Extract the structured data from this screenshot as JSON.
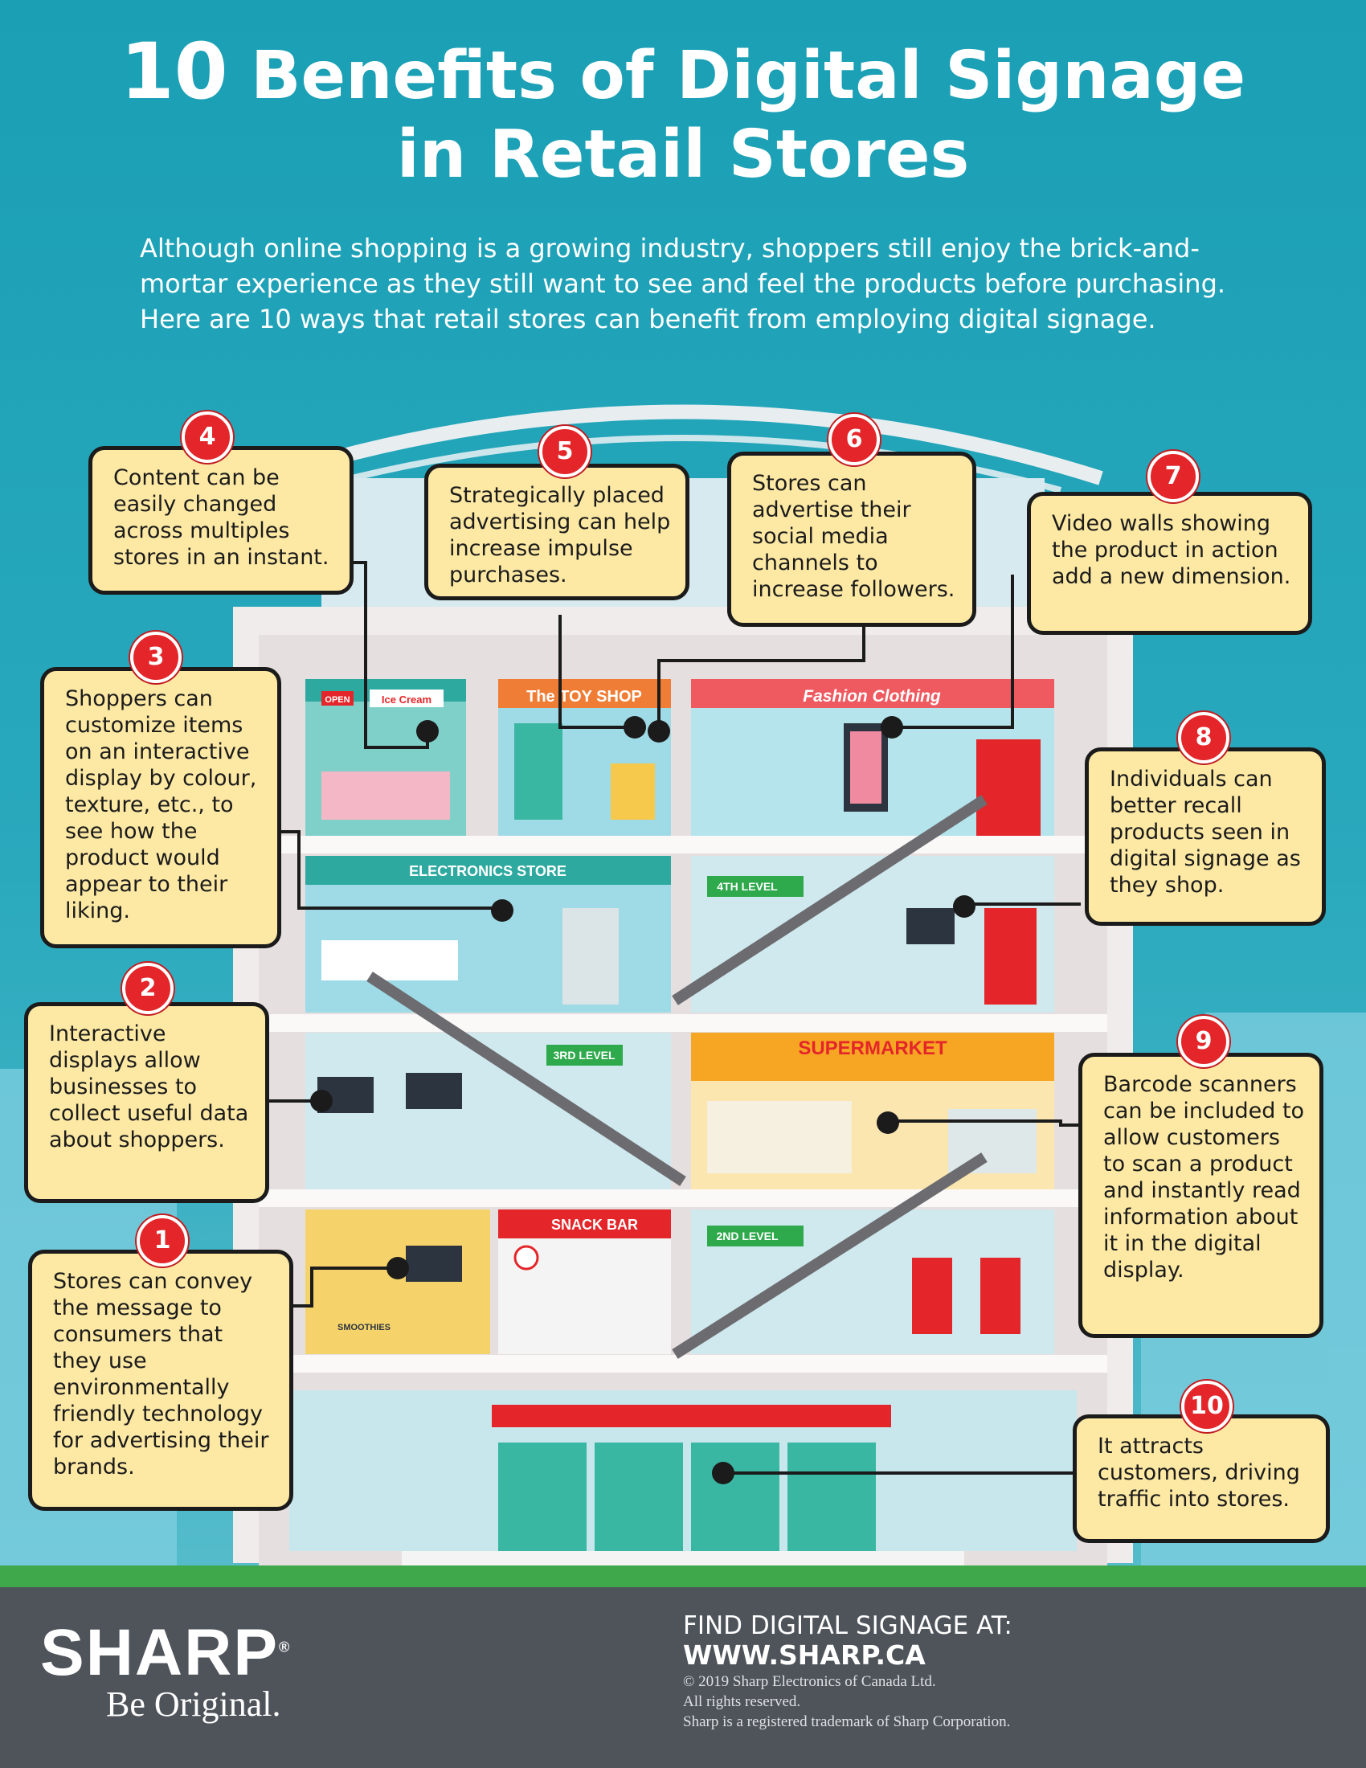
{
  "title": {
    "number": "10",
    "rest_line1": "Benefits of Digital Signage",
    "line2": "in Retail Stores"
  },
  "subtitle": "Although online shopping is a growing industry, shoppers still enjoy the brick-and-mortar experience as they still want to see and feel the products before purchasing. Here are 10 ways that retail stores can benefit from employing digital signage.",
  "stores": {
    "ice_cream": "Ice Cream",
    "open": "OPEN",
    "toy_shop": "The TOY SHOP",
    "fashion": "Fashion Clothing",
    "electronics": "ELECTRONICS STORE",
    "level4": "4TH LEVEL",
    "level3": "3RD LEVEL",
    "level2": "2ND LEVEL",
    "supermarket": "SUPERMARKET",
    "snack_bar": "SNACK BAR",
    "smoothies": "SMOOTHIES"
  },
  "benefits": [
    {
      "num": "1",
      "text": "Stores can convey the message to consumers that they use environmentally friendly technology for advertising their brands."
    },
    {
      "num": "2",
      "text": "Interactive displays allow businesses to collect useful data about shoppers."
    },
    {
      "num": "3",
      "text": "Shoppers can customize items on an interactive display by colour, texture, etc., to see how the product would appear to their liking."
    },
    {
      "num": "4",
      "text": "Content can be easily changed across multiples stores in an instant."
    },
    {
      "num": "5",
      "text": "Strategically placed advertising can help increase impulse purchases."
    },
    {
      "num": "6",
      "text": "Stores can advertise their social media channels to increase followers."
    },
    {
      "num": "7",
      "text": "Video walls showing the product in action add a new dimension."
    },
    {
      "num": "8",
      "text": "Individuals can better recall products seen in digital signage as they shop."
    },
    {
      "num": "9",
      "text": "Barcode scanners can be included to allow customers to scan a product and instantly read information about it in the digital display."
    },
    {
      "num": "10",
      "text": "It attracts customers, driving traffic into stores."
    }
  ],
  "footer": {
    "brand": "SHARP",
    "reg": "®",
    "tagline": "Be Original.",
    "find": "FIND DIGITAL SIGNAGE AT:",
    "url": "WWW.SHARP.CA",
    "copyright": "© 2019 Sharp Electronics of Canada Ltd.",
    "rights": "All rights reserved.",
    "trademark": "Sharp is a registered trademark of Sharp Corporation."
  },
  "colors": {
    "background": "#1a9fb5",
    "card": "#fde9a4",
    "badge": "#e4262a",
    "footer": "#4f545b",
    "grass": "#3fa84a"
  }
}
